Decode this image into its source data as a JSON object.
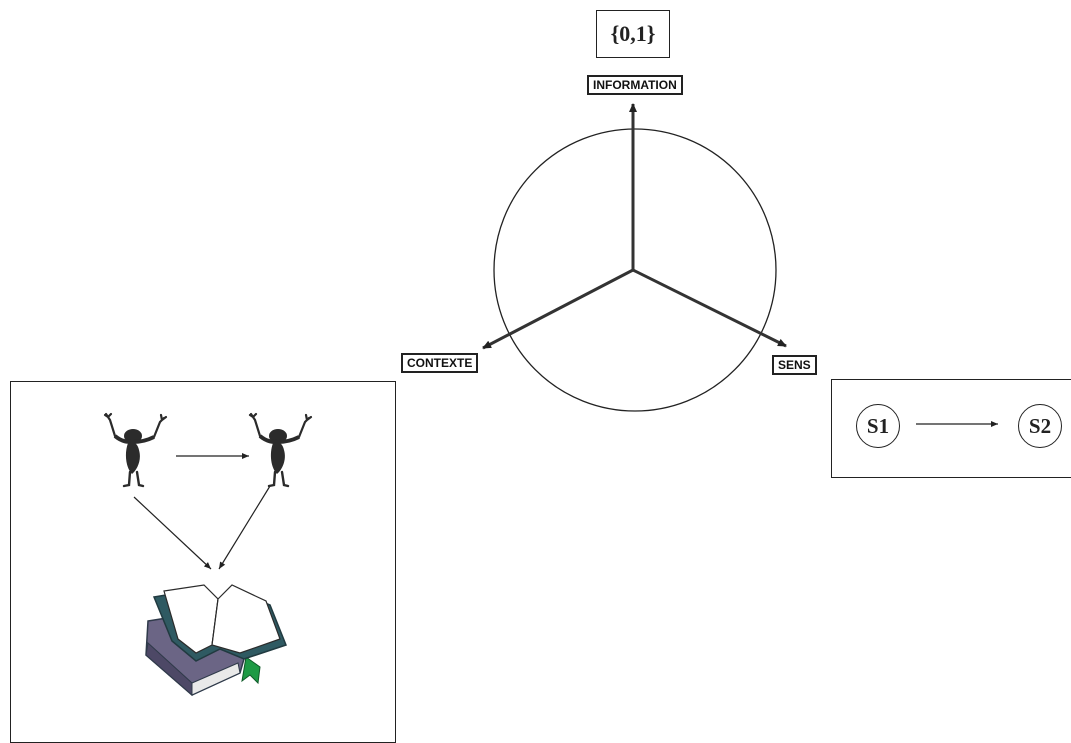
{
  "binary_label": "{0,1}",
  "axes": {
    "top": "INFORMATION",
    "left": "CONTEXTE",
    "right": "SENS"
  },
  "sens_panel": {
    "state_from": "S1",
    "state_to": "S2"
  },
  "icons": {
    "person_left": "person-icon",
    "person_right": "person-icon",
    "books": "books-icon"
  },
  "colors": {
    "line": "#222222",
    "book_cover": "#6b6585",
    "bookmark": "#1e9a45",
    "book_edge": "#2f5a62"
  }
}
